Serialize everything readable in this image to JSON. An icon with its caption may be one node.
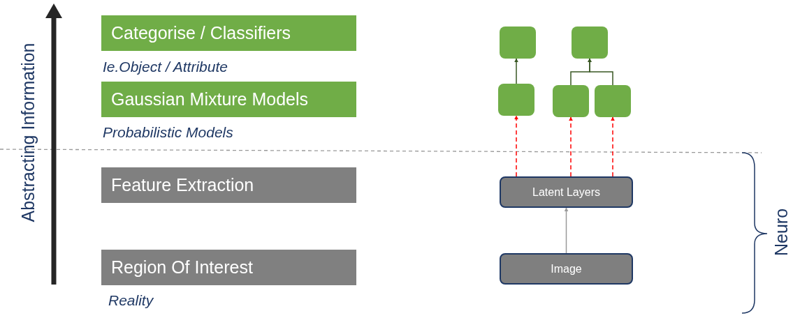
{
  "diagram": {
    "nodes": [
      {
        "text": [
          "Categorise / Classifiers"
        ],
        "beside": [
          "Ie.Object / Attribute"
        ]
      },
      {
        "text": [
          "Gaussian Mixture Models"
        ],
        "beside": [
          "Probabilistic Models"
        ]
      },
      {
        "text": [
          "Feature Extraction"
        ]
      },
      {
        "text": [
          "Region Of Interest"
        ],
        "beside": [
          "Reality"
        ]
      },
      {
        "text": [],
        "shape": "box"
      },
      {
        "text": [],
        "shape": "box"
      },
      {
        "text": [],
        "shape": "box"
      },
      {
        "text": [],
        "shape": "box"
      },
      {
        "text": [],
        "shape": "box"
      },
      {
        "text": [
          "Latent Layers"
        ]
      },
      {
        "text": [
          "Image"
        ]
      }
    ],
    "edges": [
      {
        "from": 10,
        "to": 9,
        "arrow": "to",
        "color": "#999999"
      },
      {
        "from": 9,
        "to": 6,
        "arrow": "to",
        "style": "dashed",
        "color": "#ff0000"
      },
      {
        "from": 9,
        "to": 7,
        "arrow": "to",
        "style": "dashed",
        "color": "#ff0000"
      },
      {
        "from": 9,
        "to": 8,
        "arrow": "to",
        "style": "dashed",
        "color": "#ff0000"
      },
      {
        "from": 6,
        "to": 4,
        "arrow": "to",
        "color": "#385723"
      },
      {
        "from": 7,
        "to": 5,
        "arrow": "to",
        "color": "#385723"
      },
      {
        "from": 8,
        "to": 5,
        "arrow": "to",
        "color": "#385723"
      }
    ],
    "labels": [
      "Abstracting Information",
      "Neuro"
    ]
  }
}
